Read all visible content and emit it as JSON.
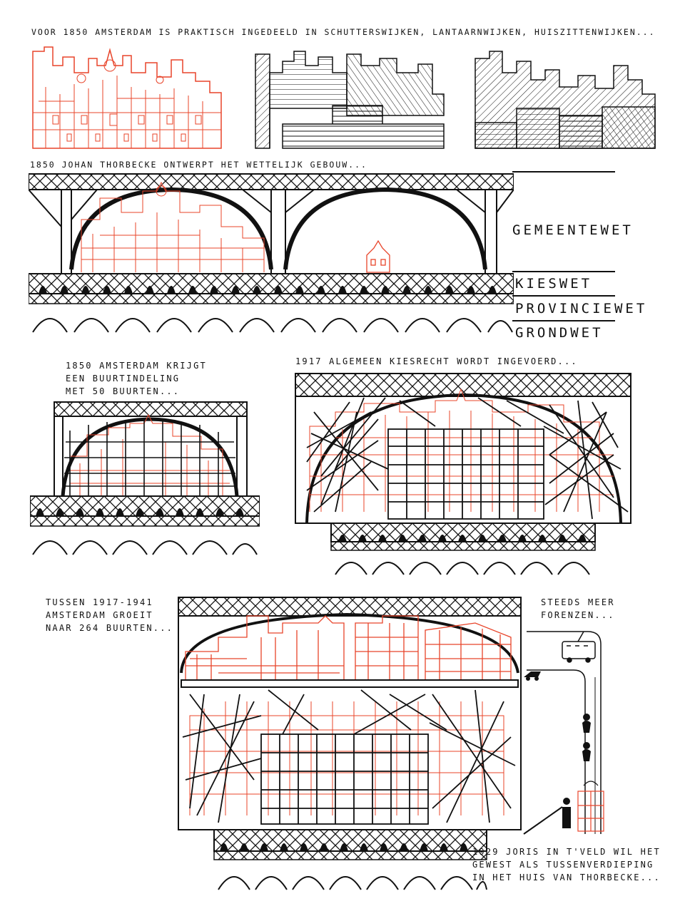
{
  "captions": {
    "intro": "Voor 1850 Amsterdam is praktisch ingedeeld in schutterswijken, lantaarnwijken, huiszittenwijken...",
    "thorbecke": "1850 Johan Thorbecke ontwerpt het wettelijk gebouw...",
    "buurtindeling": "1850 Amsterdam krijgt\neen buurtindeling\nmet 50 buurten...",
    "kiesrecht": "1917 algemeen kiesrecht wordt ingevoerd...",
    "groei": "Tussen 1917-1941\nAmsterdam groeit\nnaar 264 buurten...",
    "forenzen": "Steeds meer\nforenzen...",
    "joris": "1929 Joris in t'Veld wil het\ngewest als tussenverdieping\nin het huis van Thorbecke..."
  },
  "laws": [
    "Gemeentewet",
    "Kieswet",
    "Provinciewet",
    "Grondwet"
  ],
  "colors": {
    "ink": "#111111",
    "accent": "#e8442a",
    "paper": "#ffffff"
  }
}
